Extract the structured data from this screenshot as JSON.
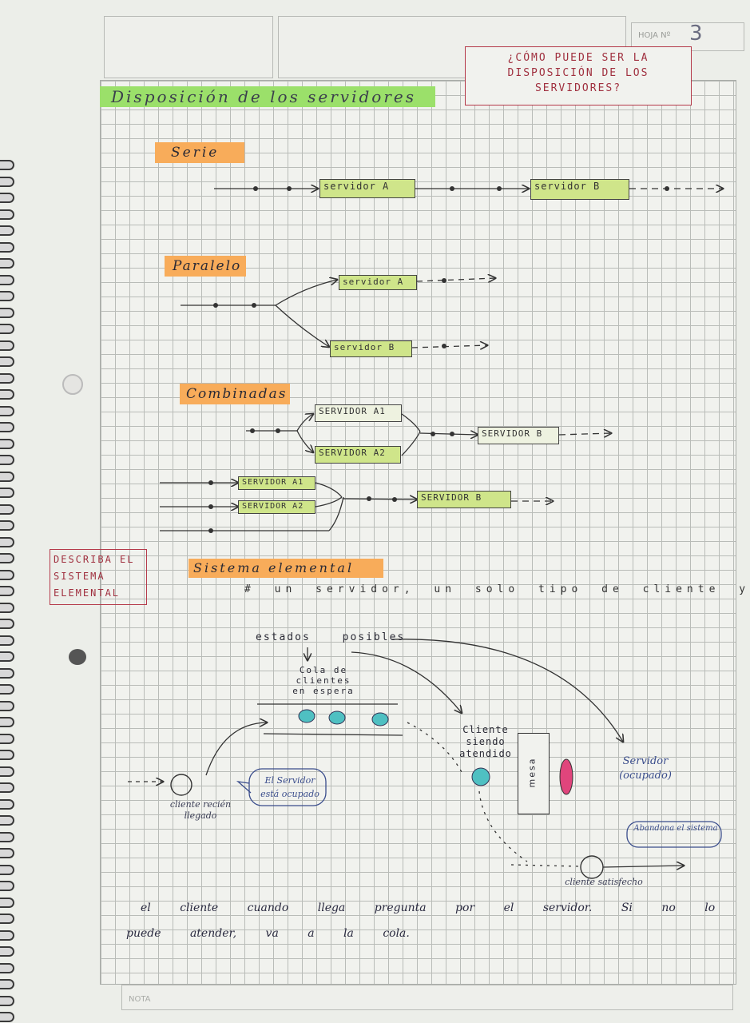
{
  "header": {
    "hoja_label": "HOJA Nº",
    "hoja_number": "3"
  },
  "question": "¿CÓMO PUEDE SER LA DISPOSICIÓN DE LOS SERVIDORES?",
  "title": "Disposición de los servidores",
  "sections": {
    "serie": "Serie",
    "paralelo": "Paralelo",
    "combinadas": "Combinadas",
    "sistema": "Sistema elemental"
  },
  "serie_servers": [
    "servidor A",
    "servidor B"
  ],
  "paralelo_servers": [
    "servidor A",
    "servidor B"
  ],
  "combinadas1_servers": [
    "SERVIDOR A1",
    "SERVIDOR A2",
    "SERVIDOR B"
  ],
  "combinadas2_servers": [
    "SERVIDOR A1",
    "SERVIDOR A2",
    "SERVIDOR B"
  ],
  "describa_box": "DESCRIBA EL SISTEMA ELEMENTAL",
  "sistema_note": "# un servidor, un solo tipo de cliente y una cola",
  "estados": "estados posibles",
  "cola_label": "Cola de clientes en espera",
  "cliente_atendido": "Cliente siendo atendido",
  "servidor_ocupado": "Servidor (ocupado)",
  "servidor_esta_ocupado": "El Servidor está ocupado",
  "cliente_recien_llegado": "cliente recién llegado",
  "abandona": "Abandona el sistema",
  "cliente_satisfecho": "cliente satisfecho",
  "mesa": "mesa",
  "paragraph_line1": "el cliente cuando llega pregunta por el servidor. Si no lo",
  "paragraph_line2": "puede atender, va a la cola.",
  "nota_label": "NOTA",
  "colors": {
    "green": "#9be06a",
    "orange": "#f8ac5a",
    "queue_dot": "#4fc0c2",
    "server_pink": "#e0457c"
  }
}
